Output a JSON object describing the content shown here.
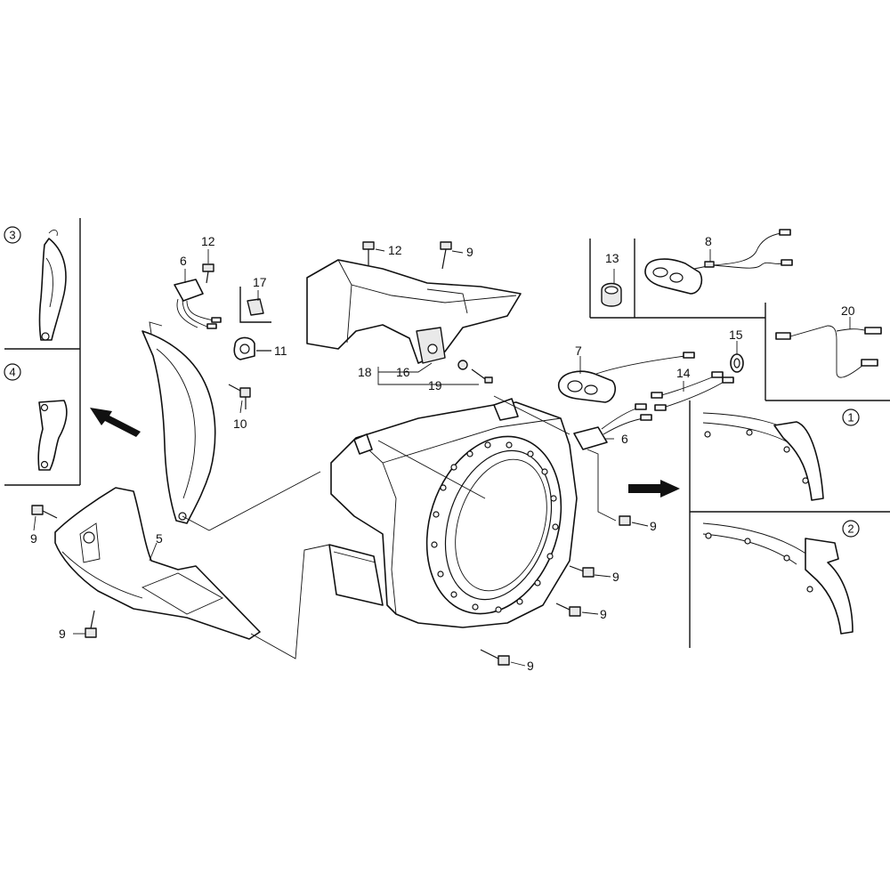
{
  "callouts": {
    "c1": "1",
    "c2": "2",
    "c3": "3",
    "c4": "4",
    "p5": "5",
    "p6a": "6",
    "p6b": "6",
    "p7": "7",
    "p8": "8",
    "p9a": "9",
    "p9b": "9",
    "p9c": "9",
    "p9d": "9",
    "p9e": "9",
    "p9f": "9",
    "p9g": "9",
    "p10": "10",
    "p11": "11",
    "p12a": "12",
    "p12b": "12",
    "p13": "13",
    "p14": "14",
    "p15": "15",
    "p16": "16",
    "p17": "17",
    "p18": "18",
    "p19": "19",
    "p20": "20"
  }
}
